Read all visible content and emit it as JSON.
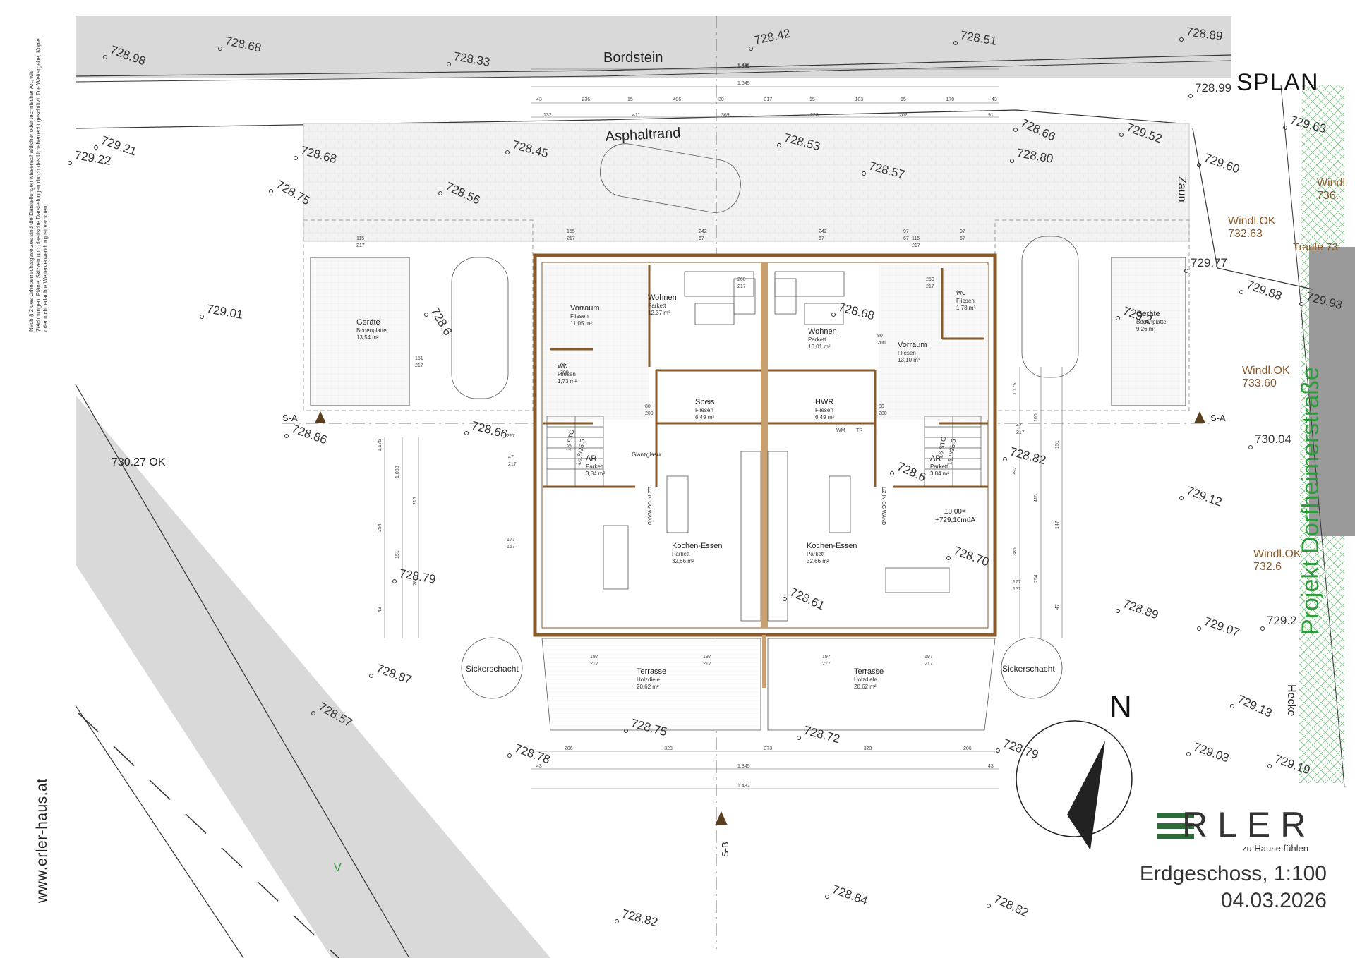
{
  "plan": {
    "labels": {
      "bordstein": "Bordstein",
      "asphaltrand": "Asphaltrand",
      "zaun": "Zaun",
      "hecke": "Hecke",
      "splan": "SPLAN",
      "north": "N",
      "sickerschacht_left": "Sickerschacht",
      "sickerschacht_right": "Sickerschacht",
      "section_a_left": "S-A",
      "section_a_right": "S-A",
      "section_b": "S-B",
      "traufe": "Traufe 73",
      "windl_1": "Windl.OK",
      "windl_1_val": "732.63",
      "windl_2": "Windl.OK",
      "windl_2_val": "733.60",
      "windl_3": "Windl.OK",
      "windl_3_val": "732.6",
      "windl_top": "Windl.",
      "windl_top_val": "736.",
      "ok_label": "730.27 OK",
      "zero_level": "±0,00=",
      "zero_level_val": "+729,10müA",
      "uz_left": "UZ IN OG WAND",
      "uz_right": "UZ IN OG WAND",
      "glanzglasur": "Glanzglasur",
      "projekt": "Projekt Dorfheimerstraße",
      "v_mark": "V"
    },
    "rooms": [
      {
        "id": "geraete-left",
        "name": "Geräte",
        "floor": "Bodenplatte",
        "area": "13,54 m²"
      },
      {
        "id": "vorraum-left",
        "name": "Vorraum",
        "floor": "Fliesen",
        "area": "11,05 m²"
      },
      {
        "id": "wohnen-left",
        "name": "Wohnen",
        "floor": "Parkett",
        "area": "12,37 m²"
      },
      {
        "id": "wc-left",
        "name": "wc",
        "floor": "Fliesen",
        "area": "1,73 m²"
      },
      {
        "id": "speis",
        "name": "Speis",
        "floor": "Fliesen",
        "area": "6,49 m²"
      },
      {
        "id": "hwr",
        "name": "HWR",
        "floor": "Fliesen",
        "area": "6,49 m²"
      },
      {
        "id": "wohnen-right",
        "name": "Wohnen",
        "floor": "Parkett",
        "area": "10,01 m²"
      },
      {
        "id": "vorraum-right",
        "name": "Vorraum",
        "floor": "Fliesen",
        "area": "13,10 m²"
      },
      {
        "id": "wc-right",
        "name": "wc",
        "floor": "Fliesen",
        "area": "1,78 m²"
      },
      {
        "id": "geraete-right",
        "name": "Geräte",
        "floor": "Bodenplatte",
        "area": "9,26 m²"
      },
      {
        "id": "ar-left",
        "name": "AR",
        "floor": "Parkett",
        "area": "3,84 m²"
      },
      {
        "id": "ar-right",
        "name": "AR",
        "floor": "Parkett",
        "area": "3,84 m²"
      },
      {
        "id": "kochen-left",
        "name": "Kochen-Essen",
        "floor": "Parkett",
        "area": "32,66 m²"
      },
      {
        "id": "kochen-right",
        "name": "Kochen-Essen",
        "floor": "Parkett",
        "area": "32,66 m²"
      },
      {
        "id": "terrasse-left",
        "name": "Terrasse",
        "floor": "Holzdiele",
        "area": "20,62 m²"
      },
      {
        "id": "terrasse-right",
        "name": "Terrasse",
        "floor": "Holzdiele",
        "area": "20,62 m²"
      }
    ],
    "elevations": [
      "728.98",
      "728.68",
      "728.33",
      "728.42",
      "728.51",
      "728.89",
      "728.99",
      "729.52",
      "729.63",
      "729.60",
      "729.21",
      "729.22",
      "728.68",
      "728.45",
      "728.53",
      "728.66",
      "728.80",
      "728.56",
      "728.75",
      "728.57",
      "729.77",
      "729.88",
      "729.93",
      "729.01",
      "728.6",
      "728.68",
      "729.2",
      "728.86",
      "728.66",
      "728.82",
      "730.04",
      "728.6",
      "729.12",
      "728.79",
      "728.70",
      "728.61",
      "728.89",
      "729.07",
      "729.2",
      "728.87",
      "728.57",
      "728.75",
      "728.72",
      "728.78",
      "728.79",
      "729.13",
      "729.03",
      "729.19",
      "728.84",
      "728.82",
      "728.82"
    ],
    "stairs": [
      "16 STG",
      "18.8/25.5",
      "16 STG",
      "18.8/25.5"
    ],
    "appliances": [
      "WM",
      "TR"
    ],
    "top_dims": [
      "1.432",
      "1.345",
      "43",
      "236",
      "15",
      "406",
      "30",
      "317",
      "15",
      "183",
      "15",
      "170",
      "43",
      "132",
      "411",
      "369",
      "226",
      "202",
      "91"
    ],
    "bottom_dims": [
      "206",
      "323",
      "373",
      "323",
      "206",
      "43",
      "1.345",
      "43",
      "1.432"
    ],
    "side_dims_left": [
      "1.175",
      "1.088",
      "215",
      "254",
      "151",
      "285",
      "43"
    ],
    "side_dims_right": [
      "1.175",
      "100",
      "151",
      "392",
      "415",
      "147",
      "386",
      "254",
      "47"
    ],
    "door_dims": [
      "80",
      "200",
      "80",
      "200",
      "80",
      "200",
      "80",
      "200",
      "115",
      "217",
      "115",
      "217",
      "165",
      "217",
      "97",
      "67",
      "242",
      "67",
      "242",
      "67",
      "97",
      "67",
      "47",
      "217",
      "47",
      "217",
      "177",
      "157",
      "177",
      "157",
      "197",
      "217",
      "197",
      "217",
      "197",
      "217",
      "197",
      "217",
      "260",
      "217",
      "260",
      "217",
      "151",
      "217",
      "217"
    ]
  },
  "legal_text": "Nach § 2 des Urheberrechtsgesetzes sind die Darstellungen wissenschaftlicher oder technischer Art, wie Zeichnungen, Pläne, Skizzen und plastische Darstellungen durch das Urheberrecht geschützt. Die Weitergabe, Kopie oder nicht erlaubte Weiterverwendung ist verboten!",
  "url": "www.erler-haus.at",
  "brand": {
    "name": "RLER",
    "slogan": "zu Hause fühlen"
  },
  "title": "Erdgeschoss, 1:100",
  "date": "04.03.2026",
  "colors": {
    "wall": "#8a5a2b",
    "accent_green": "#2e9b3a",
    "road_gray": "#d9d9d9",
    "line": "#333333",
    "logo_green": "#2f6b3a"
  }
}
